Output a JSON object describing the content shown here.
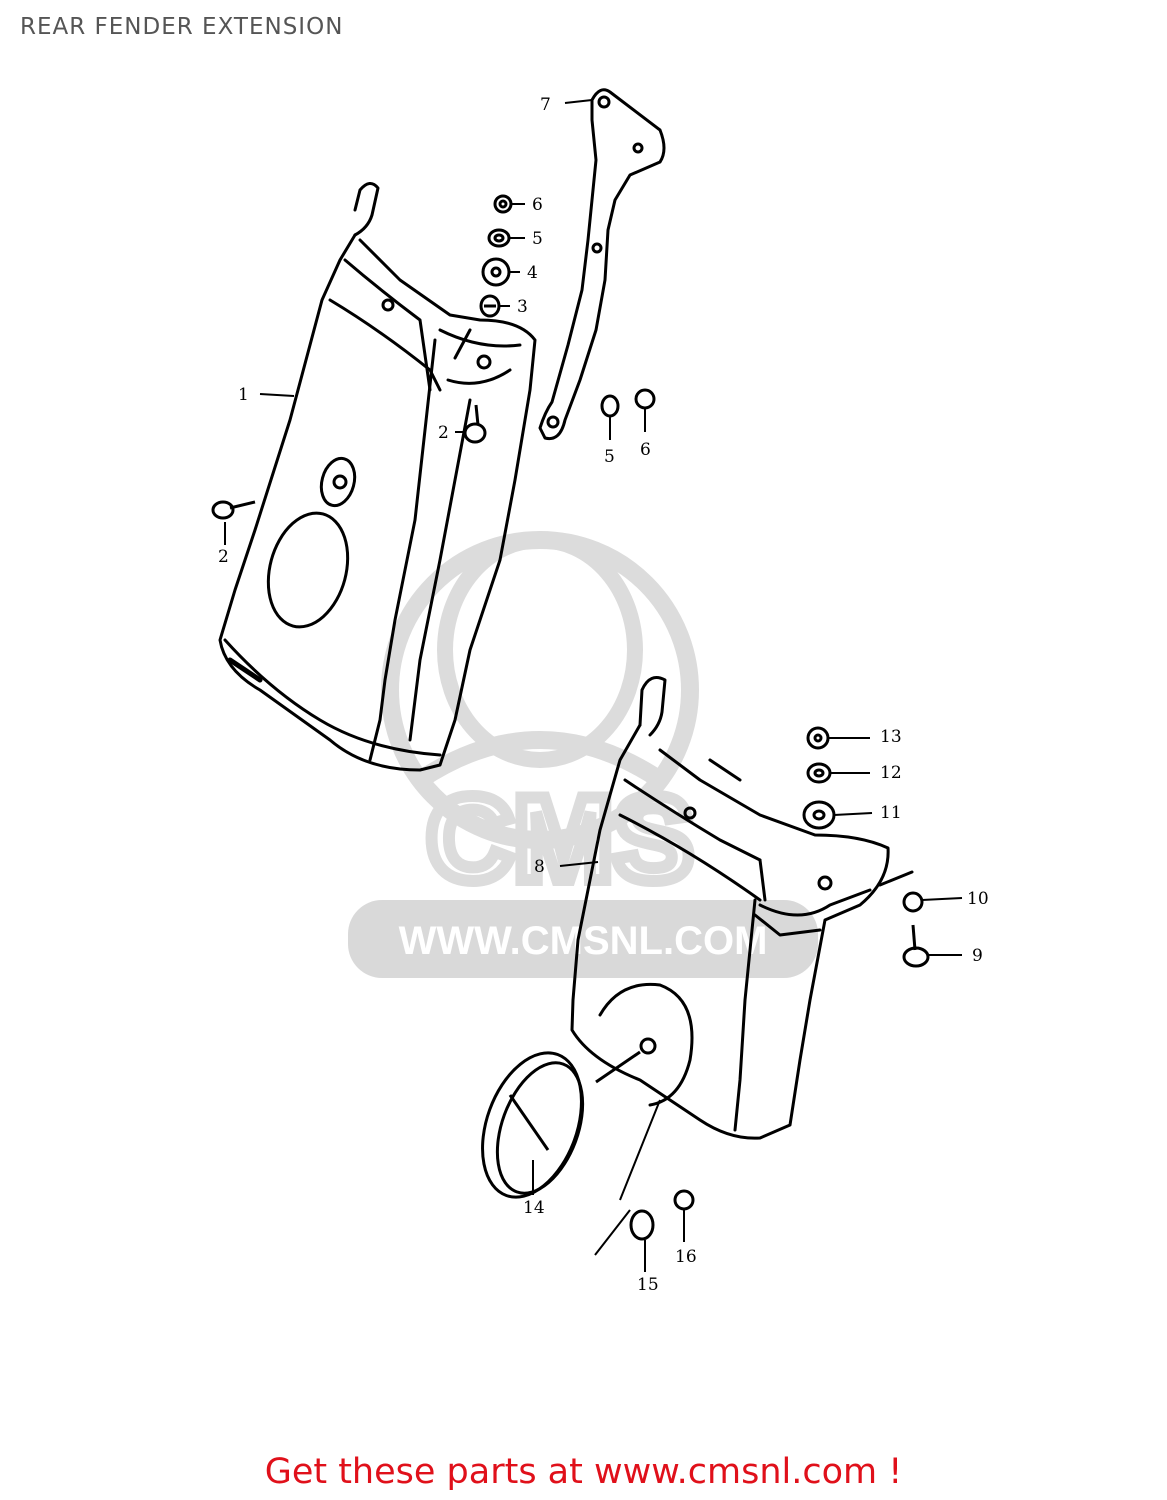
{
  "page_title": "REAR FENDER EXTENSION",
  "footer": {
    "text": "Get these parts at www.cmsnl.com !",
    "color": "#e0101a"
  },
  "watermark": {
    "text": "WWW.CMSNL.COM",
    "logo_text": "CMS",
    "color": "#d9d9d9"
  },
  "callouts": {
    "c1": "1",
    "c2a": "2",
    "c2b": "2",
    "c3": "3",
    "c4": "4",
    "c5a": "5",
    "c6a": "6",
    "c5b": "5",
    "c6b": "6",
    "c7": "7",
    "c8": "8",
    "c9": "9",
    "c10": "10",
    "c11": "11",
    "c12": "12",
    "c13": "13",
    "c14": "14",
    "c15": "15",
    "c16": "16"
  }
}
